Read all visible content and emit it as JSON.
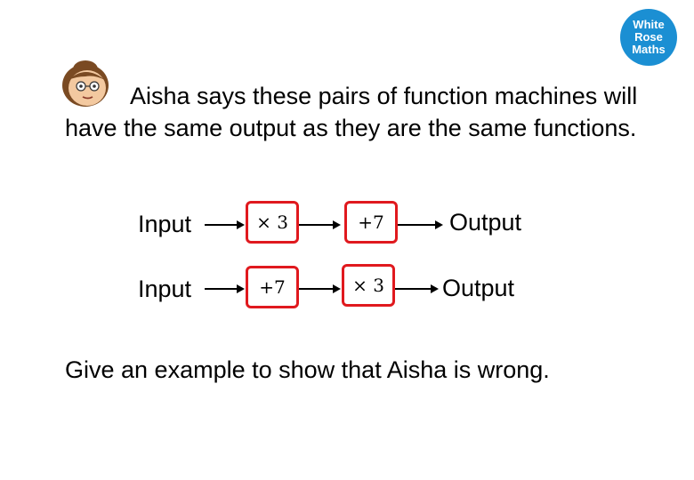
{
  "logo": {
    "line1": "White",
    "line2": "Rose",
    "line3": "Maths"
  },
  "prompt_text": "Aisha says these pairs of function machines will have the same output as they are the same functions.",
  "rows": [
    {
      "input": "Input",
      "first_machine": "× 3",
      "second_machine": "+7",
      "output": "Output"
    },
    {
      "input": "Input",
      "first_machine": "+7",
      "second_machine": "× 3",
      "output": "Output"
    }
  ],
  "question_text": "Give an example to show that Aisha is wrong.",
  "colors": {
    "machine_border": "#e0191e",
    "logo_bg": "#1b8fd3"
  }
}
